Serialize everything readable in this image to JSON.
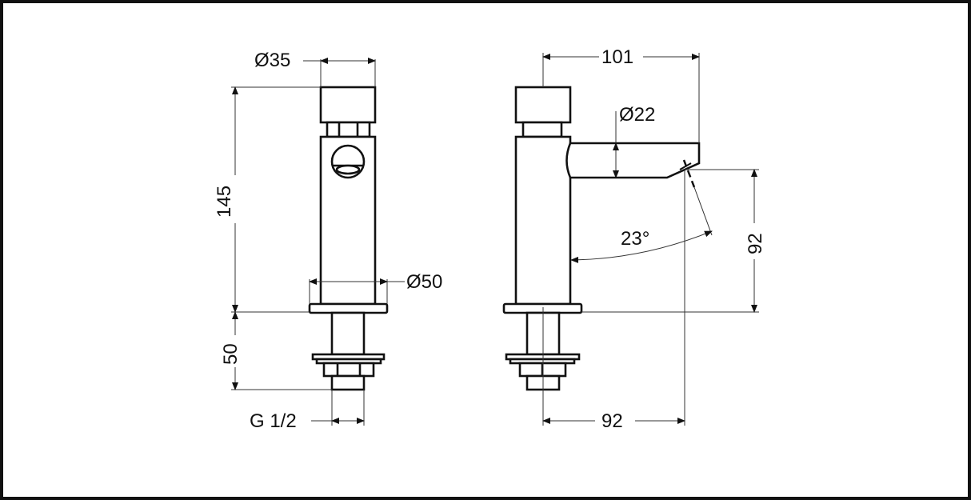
{
  "drawing": {
    "title": "Faucet technical drawing",
    "front_view": {
      "dimensions": {
        "button_diameter": "Ø35",
        "body_height": "145",
        "base_diameter": "Ø50",
        "shank_length": "50",
        "thread": "G 1/2"
      }
    },
    "side_view": {
      "dimensions": {
        "overall_reach": "101",
        "spout_diameter": "Ø22",
        "spray_angle": "23°",
        "spout_height": "92",
        "outlet_reach": "92"
      }
    },
    "colors": {
      "line": "#111111",
      "background": "#ffffff",
      "border": "#111111"
    }
  }
}
